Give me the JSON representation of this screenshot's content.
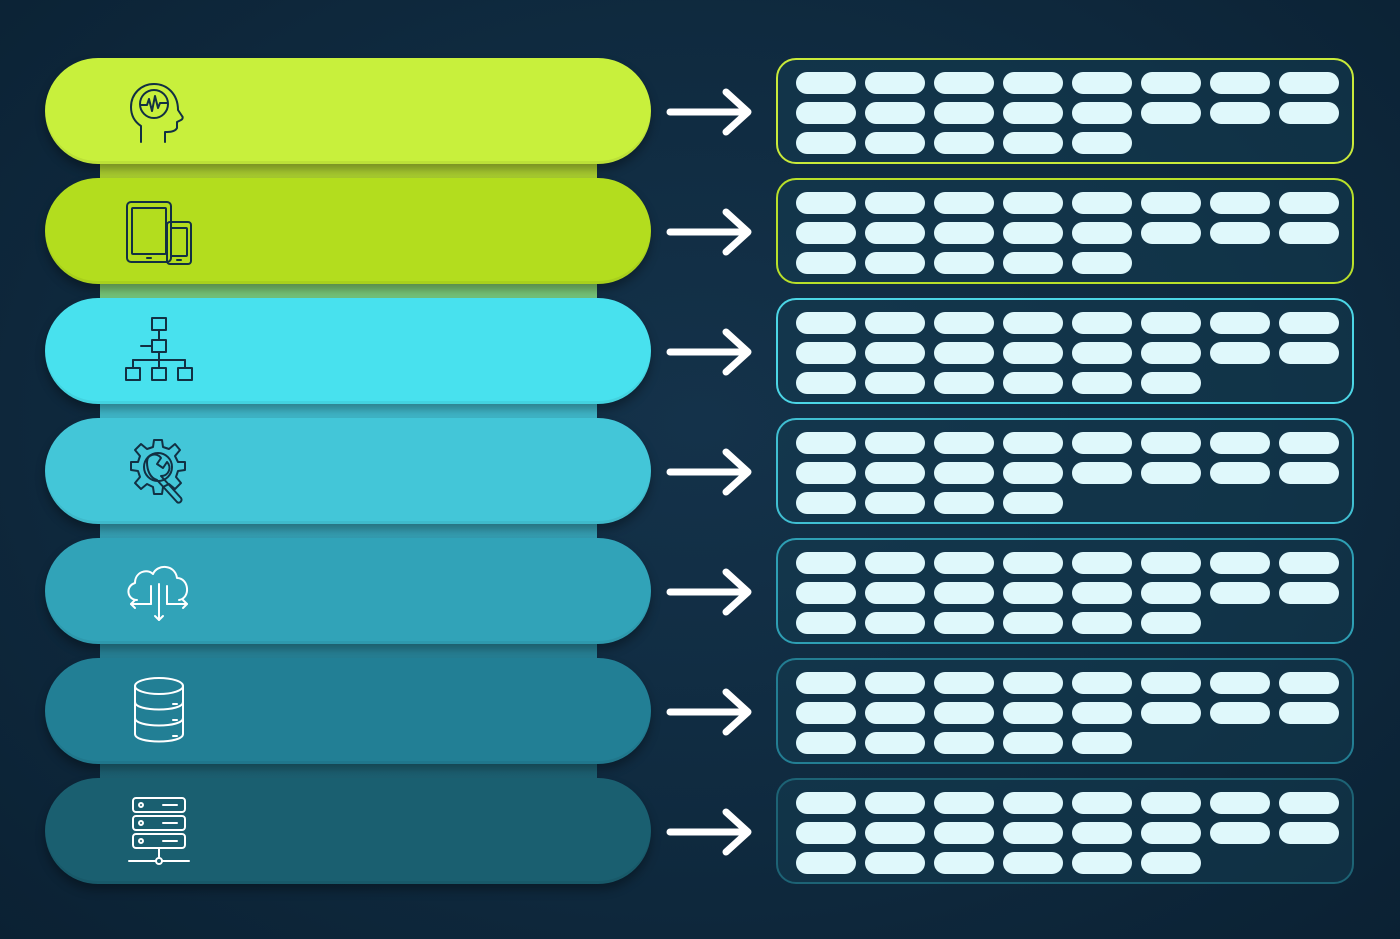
{
  "colors": {
    "background": "#0f2a3f",
    "arrow": "#ffffff",
    "chip": "#dff8fb"
  },
  "rows": [
    {
      "icon": "brain-icon",
      "pill_color": "#c8f03c",
      "border_color": "#c9ea3a",
      "chips_per_line": [
        8,
        8,
        5
      ]
    },
    {
      "icon": "devices-icon",
      "pill_color": "#b3dd1e",
      "border_color": "#b9e02a",
      "chips_per_line": [
        8,
        8,
        5
      ]
    },
    {
      "icon": "hierarchy-icon",
      "pill_color": "#48e1ee",
      "border_color": "#4cd6e6",
      "chips_per_line": [
        8,
        8,
        6
      ]
    },
    {
      "icon": "gear-wrench-icon",
      "pill_color": "#43c6d8",
      "border_color": "#40bfd2",
      "chips_per_line": [
        8,
        8,
        4
      ]
    },
    {
      "icon": "cloud-transfer-icon",
      "pill_color": "#31a3b8",
      "border_color": "#2e9fb4",
      "chips_per_line": [
        8,
        8,
        6
      ]
    },
    {
      "icon": "database-icon",
      "pill_color": "#227f95",
      "border_color": "#237e93",
      "chips_per_line": [
        8,
        8,
        5
      ]
    },
    {
      "icon": "server-network-icon",
      "pill_color": "#1a5f70",
      "border_color": "#1d6375",
      "chips_per_line": [
        8,
        8,
        6
      ]
    }
  ]
}
